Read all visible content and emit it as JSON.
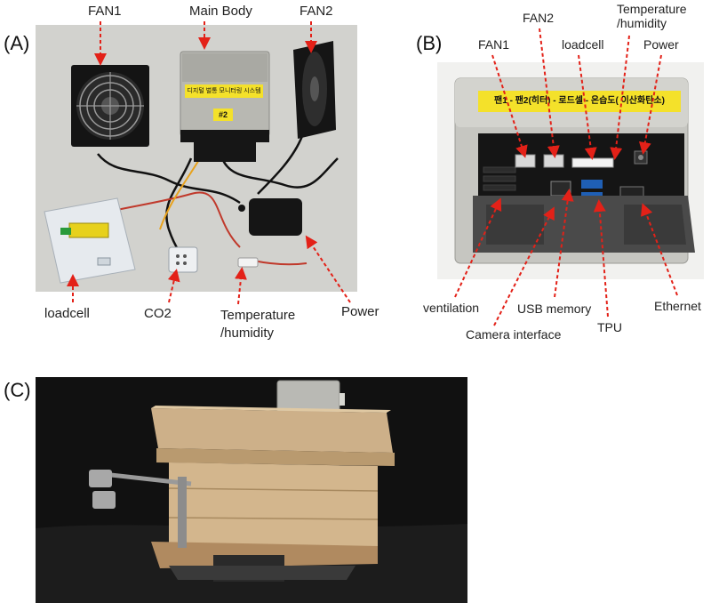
{
  "panels": {
    "a": {
      "label": "(A)",
      "callouts": {
        "fan1": "FAN1",
        "main_body": "Main Body",
        "fan2": "FAN2",
        "loadcell": "loadcell",
        "co2": "CO2",
        "temp_line1": "Temperature",
        "temp_line2": "/humidity",
        "power": "Power"
      },
      "device_sticker": "디지털 벌통 모니터링 시스템",
      "device_tag": "#2"
    },
    "b": {
      "label": "(B)",
      "callouts": {
        "fan2": "FAN2",
        "temp_line1": "Temperature",
        "temp_line2": "/humidity",
        "fan1": "FAN1",
        "loadcell": "loadcell",
        "power": "Power",
        "ventilation": "ventilation",
        "usb_memory": "USB memory",
        "ethernet": "Ethernet",
        "camera_interface": "Camera interface",
        "tpu": "TPU"
      },
      "sticker_text": "팬1 - 팬2(히터) - 로드셀 - 온습도( 이산화탄소)"
    },
    "c": {
      "label": "(C)"
    }
  },
  "colors": {
    "callout_arrow": "#e32118",
    "sticker_yellow": "#f4e12a",
    "panel_a_background": "#d2d2ce",
    "panel_b_background": "#f1f1ef",
    "panel_c_background": "#111111"
  }
}
